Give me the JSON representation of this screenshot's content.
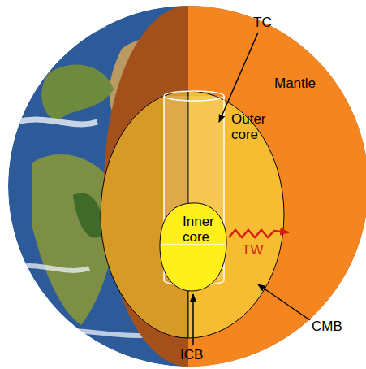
{
  "diagram": {
    "nodes": [
      {
        "text": [
          "Mantle"
        ]
      },
      {
        "text": [
          "Outer core"
        ],
        "in": 0
      },
      {
        "text": [
          "Inner core"
        ],
        "in": 1
      }
    ],
    "labels": [
      "TC",
      "TW",
      "CMB",
      "ICB"
    ]
  }
}
